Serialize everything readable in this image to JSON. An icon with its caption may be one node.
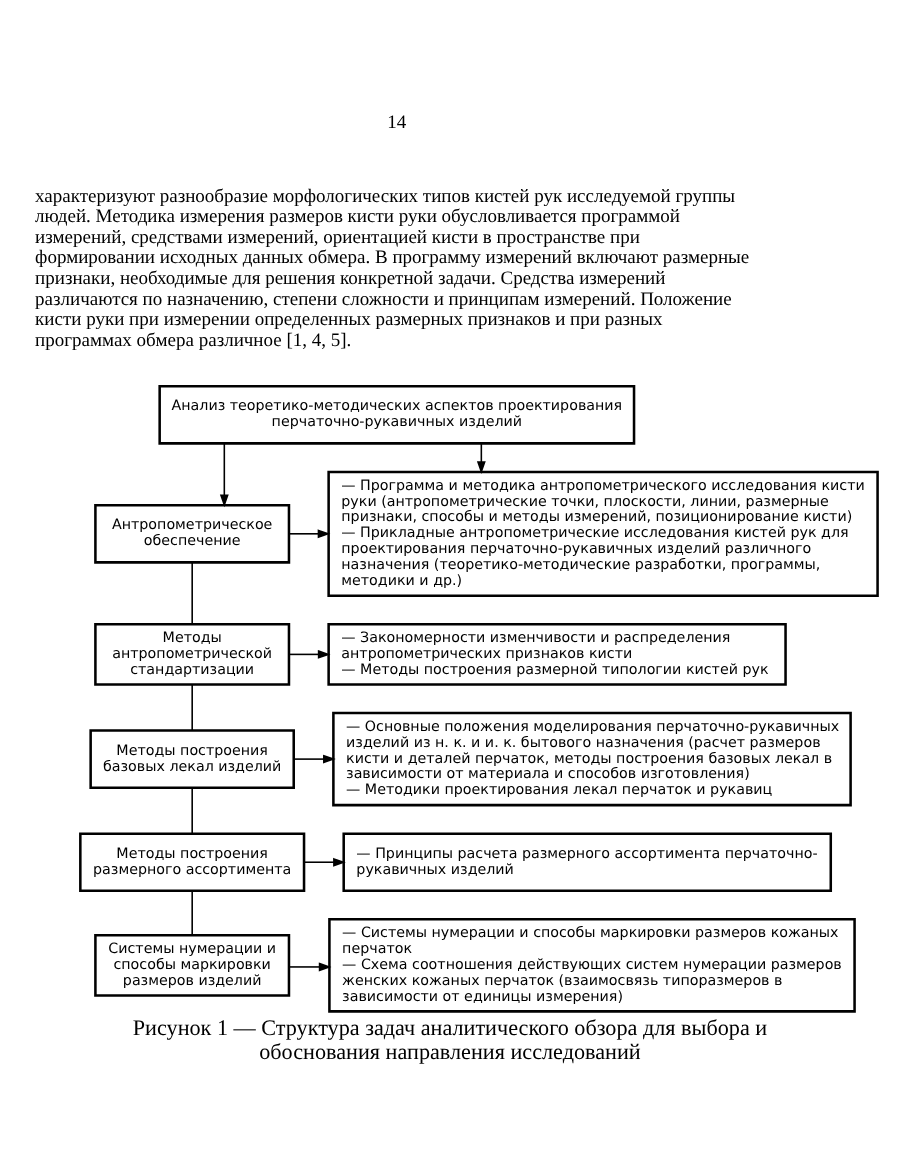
{
  "diagram": {
    "caption": "Рисунок 1 — Структура задач аналитического обзора для выбора и обоснования направления исследований",
    "nodes": [
      {
        "text": [
          "Анализ теоретико-методических аспектов проектирования перчаточно-рукавичных изделий"
        ]
      },
      {
        "text": [
          "Антропометрическое обеспечение"
        ]
      },
      {
        "text": [
          "— Программа и методика антропометрического исследования кисти руки (антропометрические точки, плоскости, линии, размерные признаки, способы и методы измерений, позиционирование кисти)",
          "— Прикладные антропометрические исследования кистей рук для проектирования перчаточно-рукавичных изделий различного назначения (теоретико-методические разработки, программы, методики и др.)"
        ]
      },
      {
        "text": [
          "Методы антропометрической стандартизации"
        ]
      },
      {
        "text": [
          "— Закономерности изменчивости и распределения антропометрических признаков кисти",
          "— Методы построения размерной типологии кистей рук"
        ]
      },
      {
        "text": [
          "Методы построения базовых лекал изделий"
        ]
      },
      {
        "text": [
          "— Основные положения моделирования перчаточно-рукавичных изделий из н. к. и и. к. бытового назначения (расчет размеров кисти и деталей перчаток, методы построения базовых лекал в зависимости от материала и способов изготовления)",
          "— Методики проектирования лекал перчаток и рукавиц"
        ]
      },
      {
        "text": [
          "Методы построения размерного ассортимента"
        ]
      },
      {
        "text": [
          "— Принципы расчета размерного ассортимента перчаточно-рукавичных изделий"
        ]
      },
      {
        "text": [
          "Системы нумерации и способы маркировки размеров изделий"
        ]
      },
      {
        "text": [
          "— Системы нумерации и способы маркировки размеров кожаных перчаток",
          "— Схема соотношения действующих систем нумерации размеров женских кожаных перчаток (взаимосвязь типоразмеров в зависимости от единицы измерения)"
        ]
      }
    ],
    "edges": [
      {
        "from": 0,
        "to": 1,
        "arrow": "to"
      },
      {
        "from": 0,
        "to": 2,
        "arrow": "to"
      },
      {
        "from": 1,
        "to": 2,
        "arrow": "to"
      },
      {
        "from": 1,
        "to": 3,
        "arrow": "none"
      },
      {
        "from": 3,
        "to": 4,
        "arrow": "to"
      },
      {
        "from": 3,
        "to": 5,
        "arrow": "none"
      },
      {
        "from": 5,
        "to": 6,
        "arrow": "to"
      },
      {
        "from": 5,
        "to": 7,
        "arrow": "none"
      },
      {
        "from": 7,
        "to": 8,
        "arrow": "to"
      },
      {
        "from": 7,
        "to": 9,
        "arrow": "none"
      },
      {
        "from": 9,
        "to": 10,
        "arrow": "to"
      }
    ],
    "labels": [
      "14",
      "характеризуют разнообразие морфологических типов кистей рук исследуемой группы людей. Методика измерения размеров кисти руки обусловливается программой измерений, средствами измерений, ориентацией кисти в пространстве при формировании исходных данных обмера. В программу измерений включают размерные признаки, необходимые для решения конкретной задачи. Средства измерений различаются по назначению, степени сложности и принципам измерений. Положение кисти руки при измерении определенных размерных признаков и при разных программах обмера различное [1, 4, 5]."
    ]
  }
}
